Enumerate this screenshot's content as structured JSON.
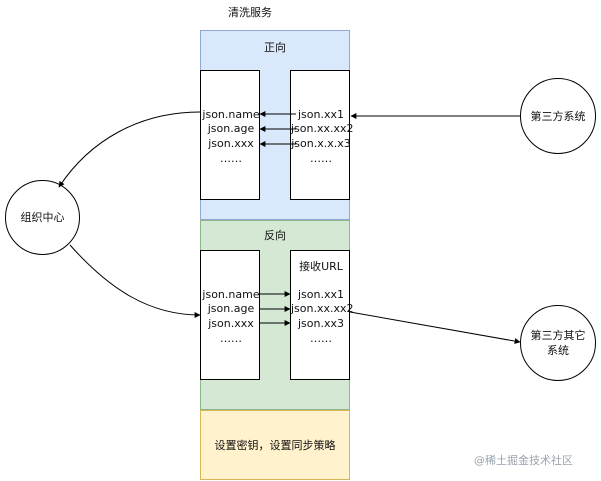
{
  "title": "清洗服务",
  "forward": {
    "label": "正向",
    "left_fields": [
      "json.name",
      "json.age",
      "json.xxx",
      "……"
    ],
    "right_fields": [
      "json.xx1",
      "json.xx.xx2",
      "json.x.x.x3",
      "……"
    ]
  },
  "reverse": {
    "label": "反向",
    "right_header": "接收URL",
    "left_fields": [
      "json.name",
      "json.age",
      "json.xxx",
      "……"
    ],
    "right_fields": [
      "json.xx1",
      "json.xx.xx2",
      "json.xx3",
      "……"
    ]
  },
  "settings": {
    "label": "设置密钥，设置同步策略"
  },
  "nodes": {
    "org_center": "组织中心",
    "third_party": "第三方系统",
    "third_party_other": "第三方其它系统"
  },
  "watermark": "@稀土掘金技术社区"
}
